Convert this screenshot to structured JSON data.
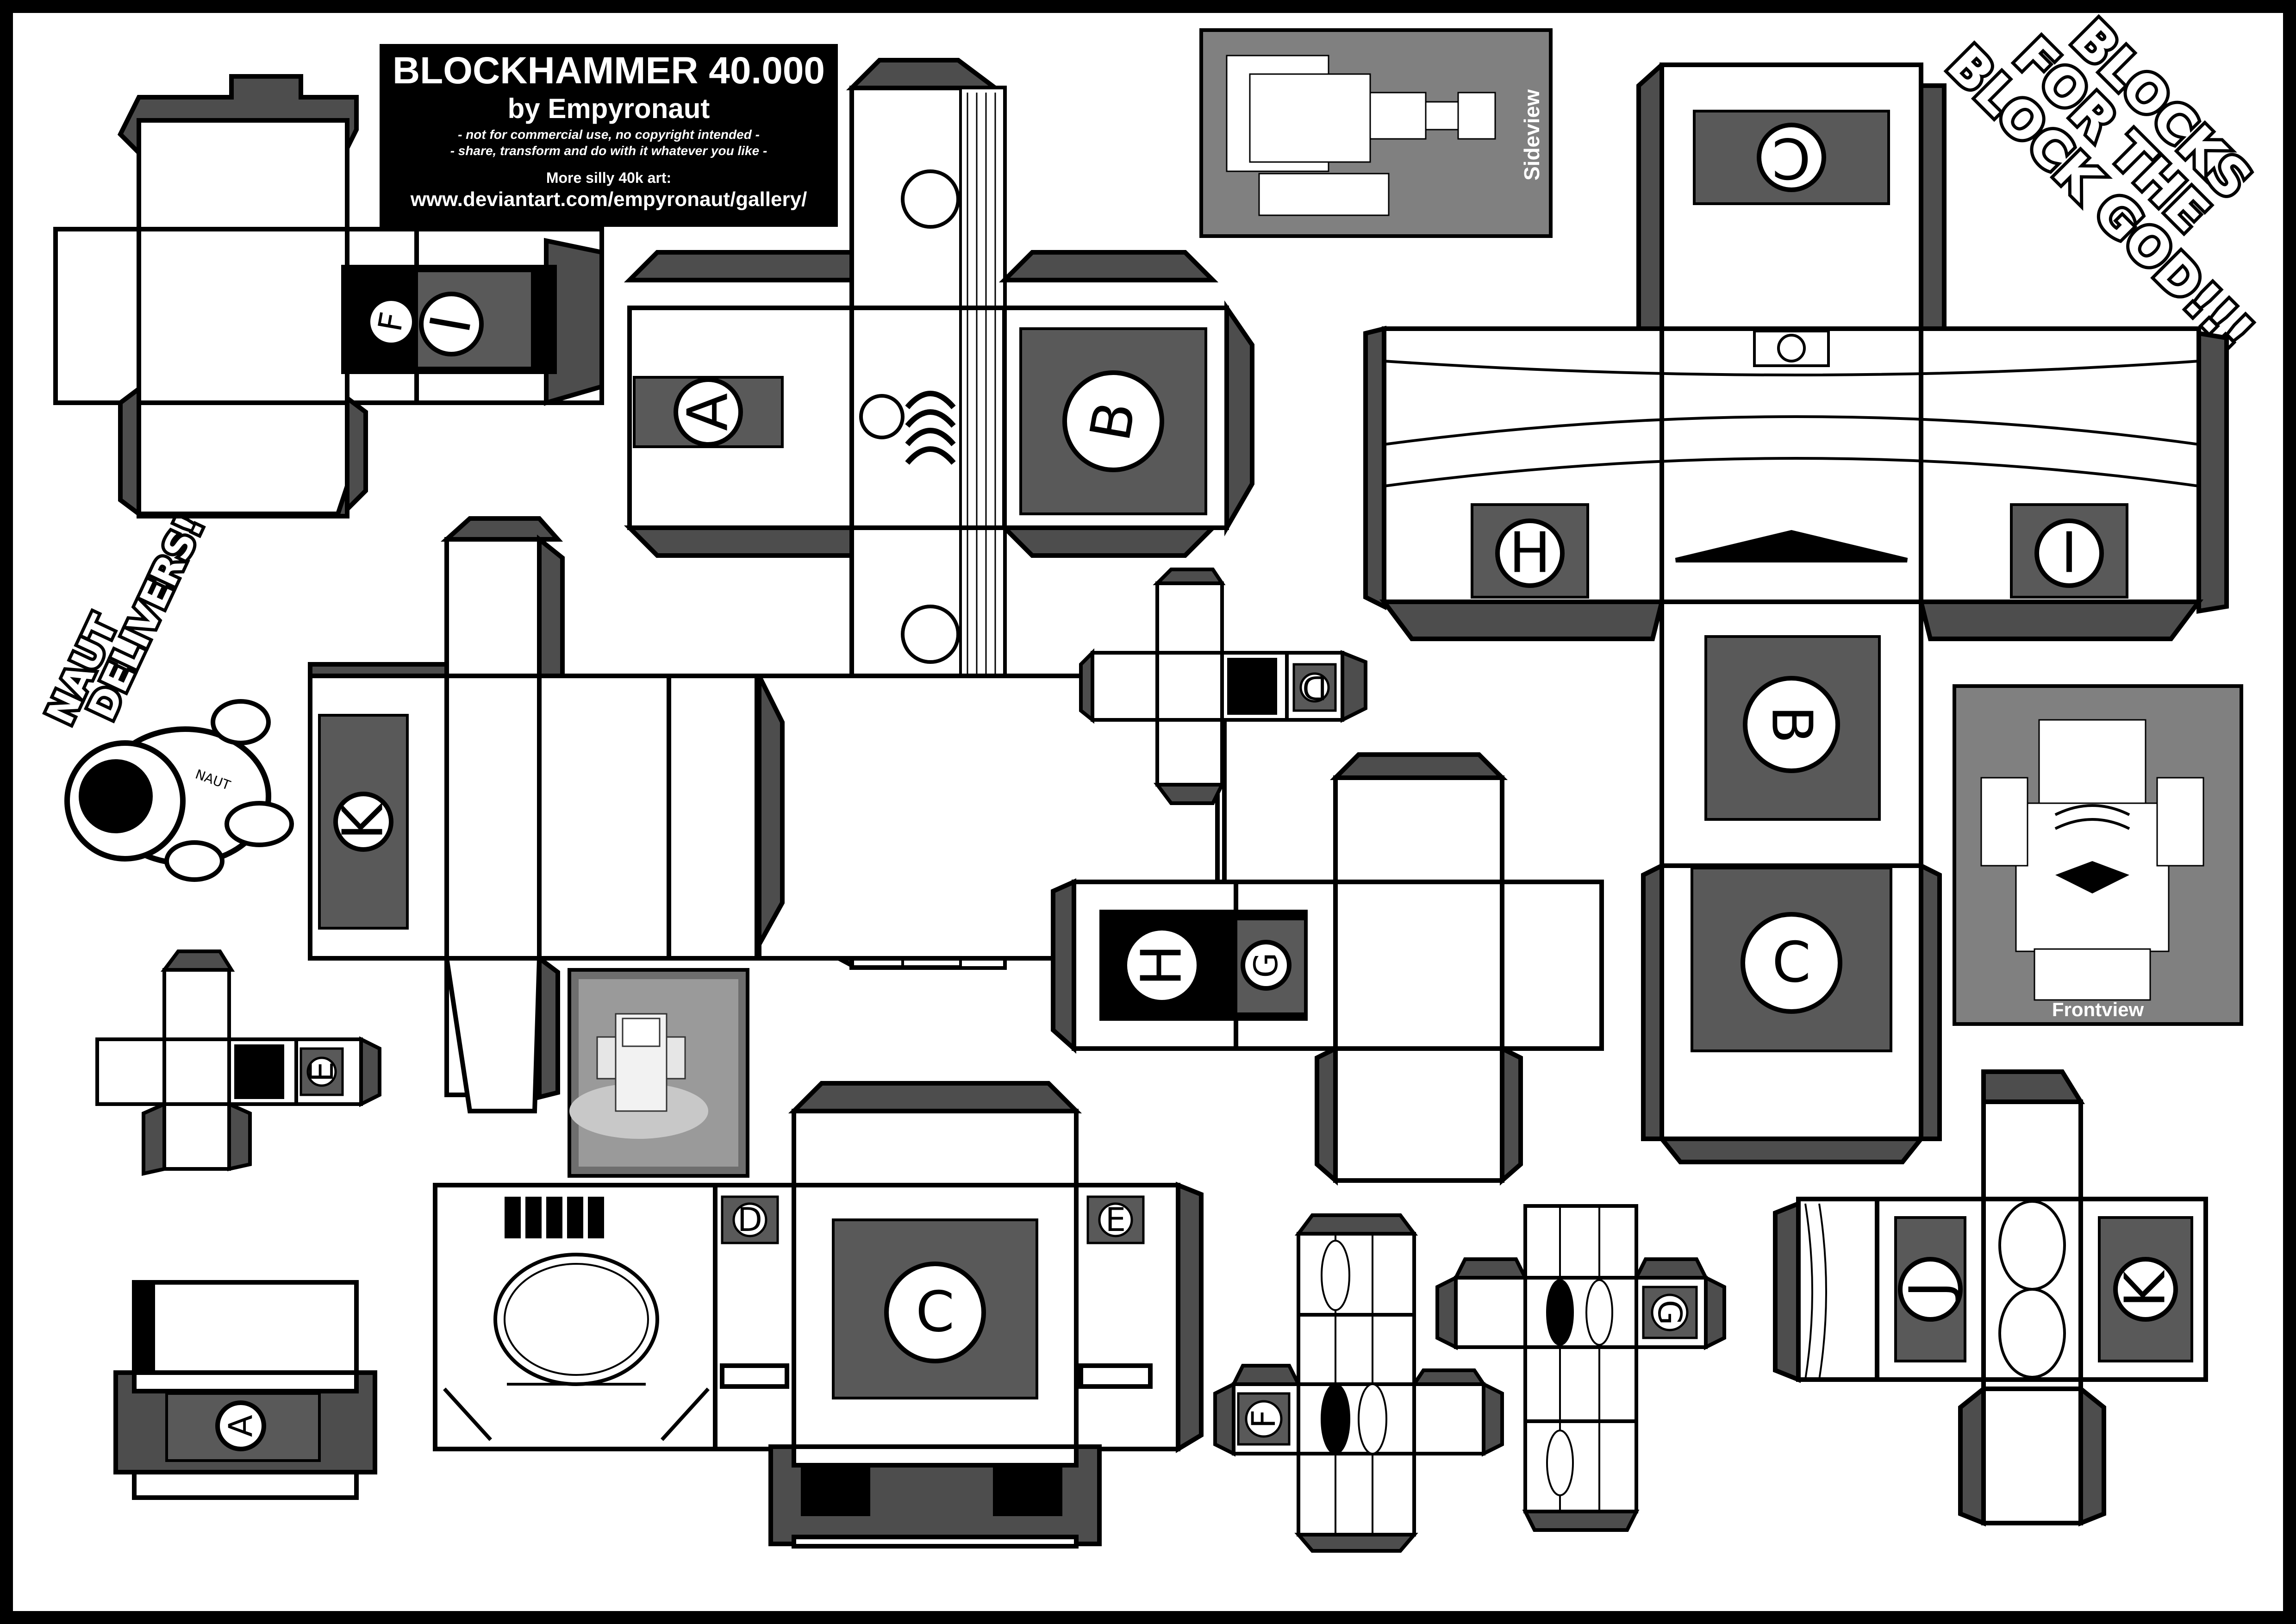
{
  "header": {
    "title": "BLOCKHAMMER 40.000",
    "author": "by Empyronaut",
    "note_1": "- not for commercial use, no copyright intended -",
    "note_2": "- share, transform and do with it whatever you like -",
    "more_label": "More silly 40k art:",
    "url": "www.deviantart.com/empyronaut/gallery/"
  },
  "slogan": {
    "line_1": "BLOCKS",
    "line_2": "FOR THE",
    "line_3": "BLOCK GOD!!!"
  },
  "badge": {
    "line_1": "NAUT",
    "line_2": "DELIVERS!",
    "helmet_label": "NAUT"
  },
  "previews": {
    "side_label": "Sideview",
    "front_label": "Frontview"
  },
  "face_letters": {
    "a_main": "A",
    "b_main": "B",
    "c_main": "C",
    "d_main": "D",
    "e_main": "E",
    "f_main": "F",
    "g_main": "G",
    "h_main": "H",
    "i_main": "I",
    "j_main": "J",
    "k_main": "K",
    "torso_b": "B",
    "torso_c": "C",
    "torso_h": "H",
    "torso_i": "I",
    "legs_c": "C",
    "legs_d": "D",
    "legs_e": "E",
    "arm_f": "F",
    "arm_g": "G",
    "head_h": "H",
    "head_g": "G",
    "left_f": "F",
    "left_i": "I",
    "small_e": "E",
    "small_d": "D",
    "shoe_a": "A",
    "body_k": "K",
    "feet_j": "J",
    "feet_k": "K"
  },
  "colors": {
    "dark_tab": "#4d4d4d",
    "mid_gray": "#808080",
    "panel_gray": "#595959",
    "background": "#ffffff",
    "outline": "#000000"
  }
}
